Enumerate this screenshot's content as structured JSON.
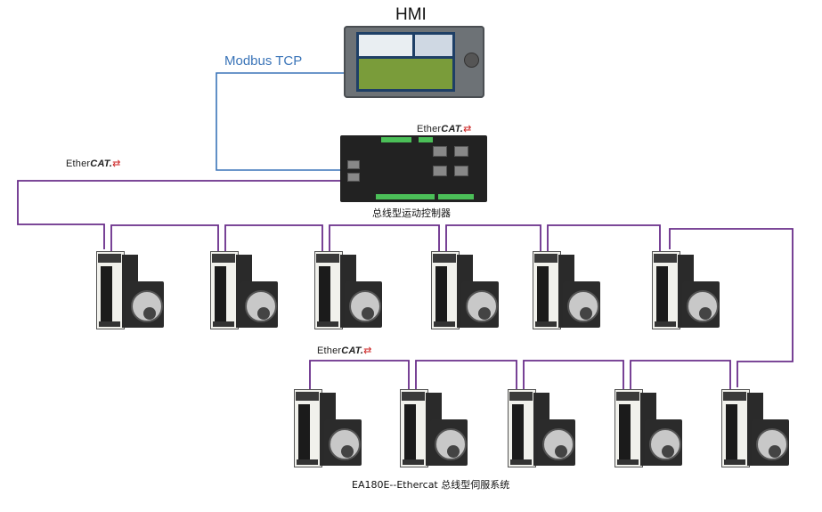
{
  "hmi": {
    "title": "HMI",
    "icon": "hmi-touchscreen-icon"
  },
  "protocol": {
    "modbus_label": "Modbus TCP"
  },
  "ethercat": {
    "logo_prefix": "Ether",
    "logo_suffix": "CAT.",
    "logo_color": "#cc2222"
  },
  "controller": {
    "caption": "总线型运动控制器",
    "icon": "motion-controller-icon"
  },
  "system": {
    "caption": "EA180E--Ethercat 总线型伺服系统"
  },
  "colors": {
    "ethercat_cable": "#6a2e8a",
    "modbus_cable": "#3a74b8"
  },
  "servo_units": {
    "row1_count": 6,
    "row2_count": 5,
    "icon": "servo-drive-motor-icon"
  }
}
